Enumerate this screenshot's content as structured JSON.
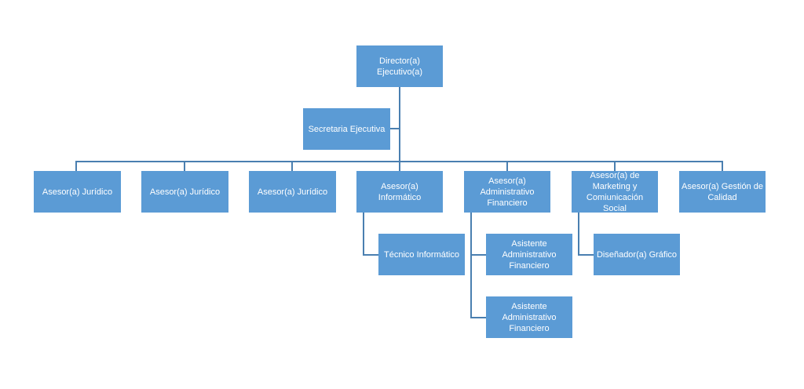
{
  "org_chart": {
    "director": "Director(a) Ejecutivo(a)",
    "secretaria": "Secretaria Ejecutiva",
    "asesores": [
      "Asesor(a) Jurídico",
      "Asesor(a) Jurídico",
      "Asesor(a) Jurídico",
      "Asesor(a) Informático",
      "Asesor(a) Administrativo Financiero",
      "Asesor(a) de Marketing y Comiunicación Social",
      "Asesor(a) Gestión de Calidad"
    ],
    "tecnico_informatico": "Técnico Informático",
    "asistente_1": "Asistente Administrativo Financiero",
    "asistente_2": "Asistente Administrativo Financiero",
    "disenador": "Diseñador(a) Gráfico"
  }
}
